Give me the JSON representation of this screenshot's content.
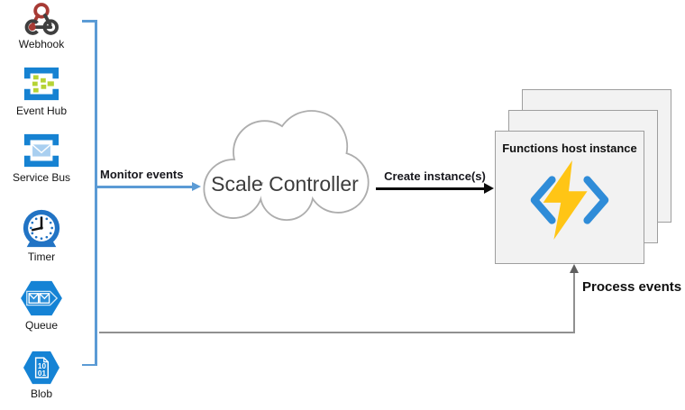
{
  "sources": {
    "items": [
      {
        "label": "Webhook",
        "icon": "webhook-icon"
      },
      {
        "label": "Event Hub",
        "icon": "event-hub-icon"
      },
      {
        "label": "Service Bus",
        "icon": "service-bus-icon"
      },
      {
        "label": "Timer",
        "icon": "timer-icon"
      },
      {
        "label": "Queue",
        "icon": "queue-icon"
      },
      {
        "label": "Blob",
        "icon": "blob-icon"
      }
    ]
  },
  "flows": {
    "monitor": {
      "label": "Monitor events",
      "color": "#5B9BD5"
    },
    "create": {
      "label": "Create instance(s)",
      "color": "#0b0b0b"
    },
    "process": {
      "label": "Process events",
      "color": "#808080"
    }
  },
  "controller": {
    "label": "Scale Controller"
  },
  "host": {
    "label": "Functions host instance",
    "stack_count": 3
  },
  "icons": {
    "blob_text_lines": [
      "10",
      "01"
    ],
    "functions_bolt_color": "#FFC515",
    "functions_bracket_color": "#2F8CD8",
    "azure_blue": "#1583D5",
    "lime": "#B5D334",
    "webhook_red": "#A73A34",
    "webhook_gray": "#3F3F3F",
    "cloud_outline": "#ADADAD"
  }
}
